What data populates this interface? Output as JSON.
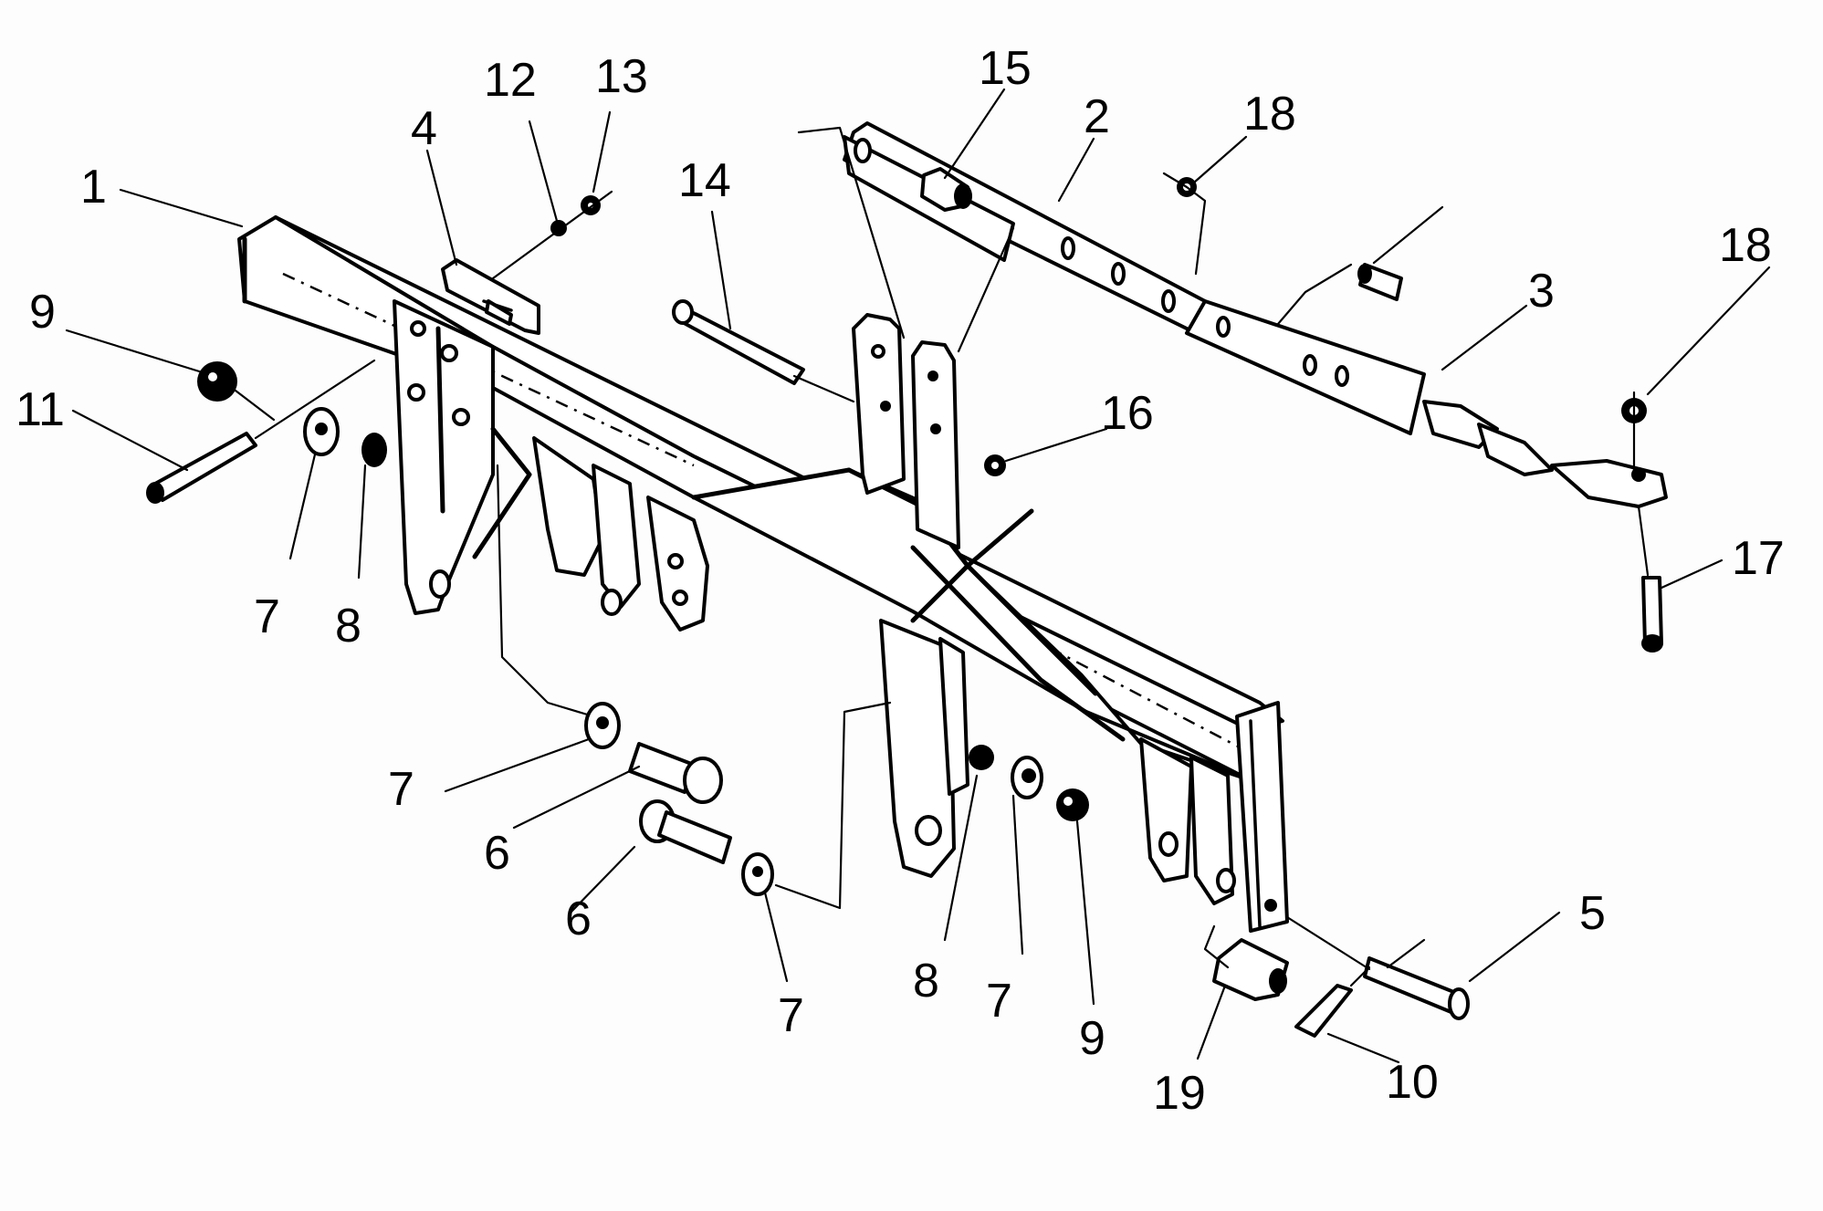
{
  "diagram": {
    "type": "exploded-parts-view",
    "colors": {
      "ink": "#000000",
      "paper": "#fdfdfd"
    },
    "callouts": [
      {
        "id": "c1",
        "number": "1"
      },
      {
        "id": "c2",
        "number": "2"
      },
      {
        "id": "c3",
        "number": "3"
      },
      {
        "id": "c4",
        "number": "4"
      },
      {
        "id": "c5",
        "number": "5"
      },
      {
        "id": "c6a",
        "number": "6"
      },
      {
        "id": "c6b",
        "number": "6"
      },
      {
        "id": "c7a",
        "number": "7"
      },
      {
        "id": "c7b",
        "number": "7"
      },
      {
        "id": "c7c",
        "number": "7"
      },
      {
        "id": "c7d",
        "number": "7"
      },
      {
        "id": "c8a",
        "number": "8"
      },
      {
        "id": "c8b",
        "number": "8"
      },
      {
        "id": "c9a",
        "number": "9"
      },
      {
        "id": "c9b",
        "number": "9"
      },
      {
        "id": "c10",
        "number": "10"
      },
      {
        "id": "c11",
        "number": "11"
      },
      {
        "id": "c12",
        "number": "12"
      },
      {
        "id": "c13",
        "number": "13"
      },
      {
        "id": "c14",
        "number": "14"
      },
      {
        "id": "c15",
        "number": "15"
      },
      {
        "id": "c16",
        "number": "16"
      },
      {
        "id": "c17",
        "number": "17"
      },
      {
        "id": "c18a",
        "number": "18"
      },
      {
        "id": "c18b",
        "number": "18"
      },
      {
        "id": "c19",
        "number": "19"
      }
    ]
  }
}
